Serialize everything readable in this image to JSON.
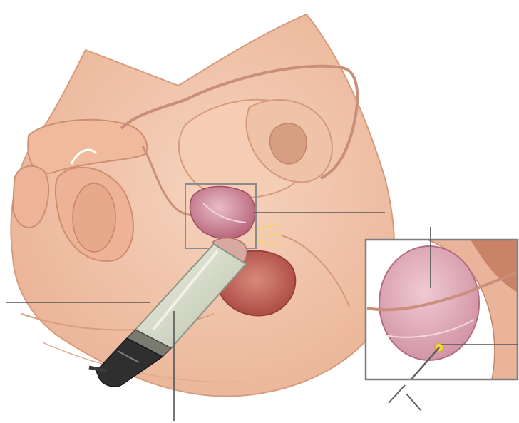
{
  "diagram": {
    "subject": "prostate-biopsy-illustration",
    "colors": {
      "skin": "#f1c3a6",
      "skin_light": "#f7d8c4",
      "skin_shadow": "#e0a184",
      "outline": "#c98a6c",
      "tube": "#c98f7a",
      "prostate": "#c9788a",
      "prostate_light": "#e6b6c2",
      "rectum": "#b8544a",
      "probe_body": "#d8dccb",
      "probe_shadow": "#9ea593",
      "probe_handle": "#3a3a3a",
      "leader_line": "#555555",
      "inset_frame": "#7f7f7f",
      "target_spot": "#f0d24a",
      "ultrasound_waves": "#f3d36a"
    },
    "callouts": [
      {
        "id": "prostate-label-line",
        "text": ""
      },
      {
        "id": "probe-label-line",
        "text": ""
      },
      {
        "id": "probe-tip-label-line",
        "text": ""
      },
      {
        "id": "inset-top-label-line",
        "text": ""
      },
      {
        "id": "inset-right-label-line",
        "text": ""
      }
    ]
  }
}
